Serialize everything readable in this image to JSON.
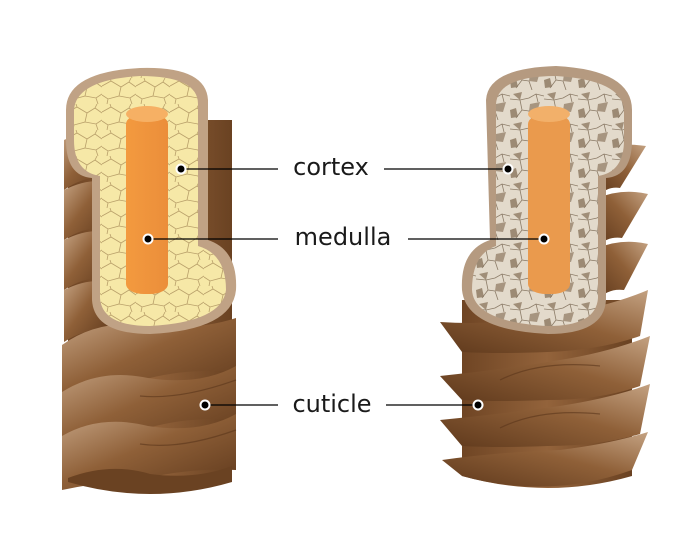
{
  "labels": {
    "cortex": "cortex",
    "medulla": "medulla",
    "cuticle": "cuticle"
  },
  "colors": {
    "cuticle_dark": "#6e4423",
    "cuticle_mid": "#8c5d36",
    "cuticle_light": "#c9a888",
    "rim": "#b59a80",
    "cortex_left": "#f6e8a7",
    "cortex_right": "#d7cdbd",
    "cortex_lines": "#9a8a6a",
    "medulla_left": "#f0a04d",
    "medulla_right": "#eb9a4e",
    "leader": "#000000"
  }
}
